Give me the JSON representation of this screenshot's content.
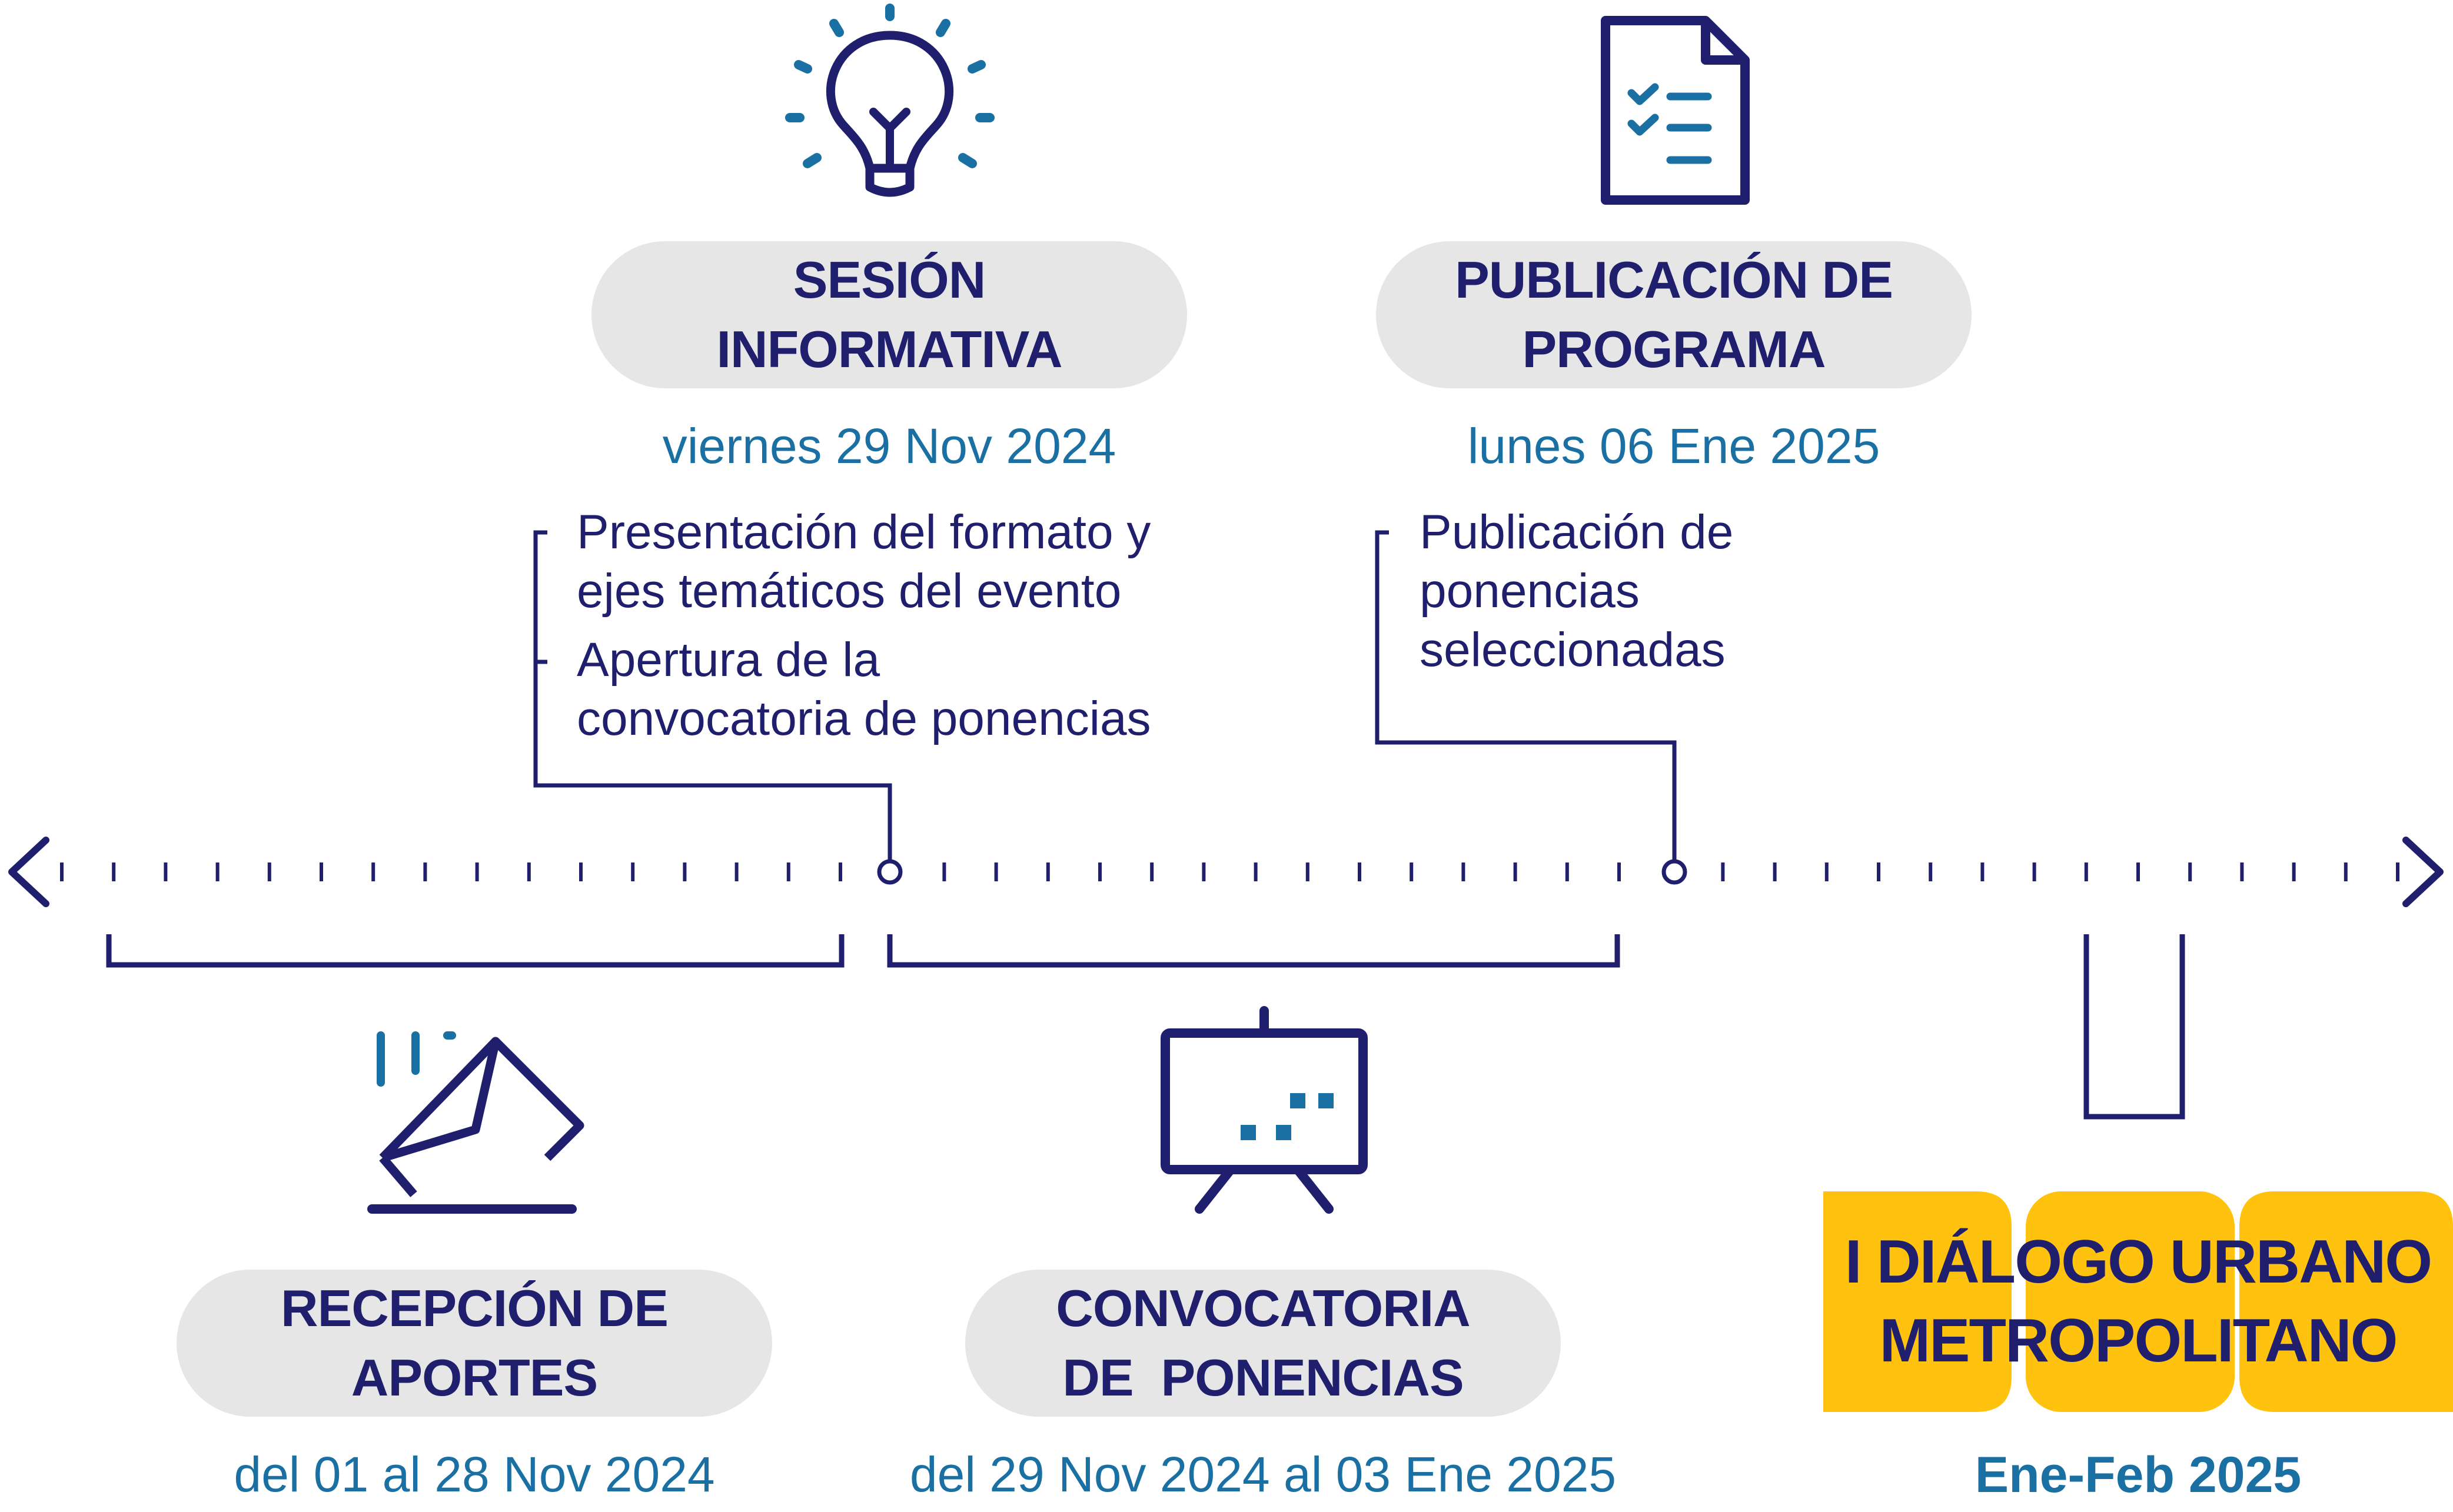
{
  "events": {
    "sesion": {
      "title_line1": "SESIÓN",
      "title_line2": "INFORMATIVA",
      "date": "viernes 29 Nov 2024",
      "bullets": [
        {
          "line1": "Presentación del formato y",
          "line2": "ejes temáticos del evento"
        },
        {
          "line1": "Apertura de la",
          "line2": "convocatoria de ponencias"
        }
      ]
    },
    "publicacion": {
      "title_line1": "PUBLICACIÓN DE",
      "title_line2": "PROGRAMA",
      "date": "lunes 06 Ene 2025",
      "bullet_line1": "Publicación de",
      "bullet_line2": "ponencias",
      "bullet_line3": "seleccionadas"
    },
    "recepcion": {
      "title_line1": "RECEPCIÓN DE",
      "title_line2": "APORTES",
      "date": "del 01 al 28 Nov 2024"
    },
    "convocatoria": {
      "title_line1": "CONVOCATORIA",
      "title_line2": "DE  PONENCIAS",
      "date": "del 29 Nov 2024 al 03 Ene 2025"
    },
    "dialogo": {
      "title_line1": "I DIÁLOGO URBANO",
      "title_line2": "METROPOLITANO",
      "date": "Ene-Feb 2025"
    }
  },
  "icons": {
    "sesion": "lightbulb-icon",
    "publicacion": "checklist-document-icon",
    "recepcion": "envelope-ballot-icon",
    "convocatoria": "presentation-board-icon"
  },
  "colors": {
    "navy": "#1f1f6e",
    "blue": "#1a6fa3",
    "pill": "#e6e6e6",
    "yellow": "#ffc20e"
  }
}
